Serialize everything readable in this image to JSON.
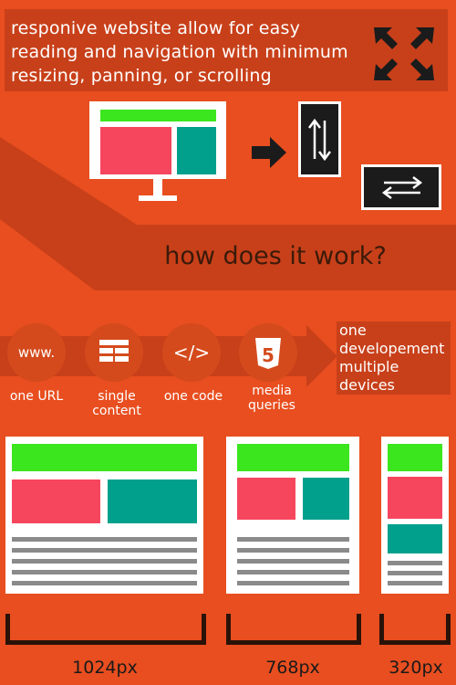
{
  "header": {
    "line1": "responive website allow for easy",
    "line2": "reading and navigation with minimum",
    "line3": "resizing, panning, or scrolling"
  },
  "how": {
    "title": "how does it work?"
  },
  "steps": [
    {
      "icon_text": "www.",
      "label_line1": "one URL",
      "label_line2": ""
    },
    {
      "icon_text": "",
      "label_line1": "single",
      "label_line2": "content"
    },
    {
      "icon_text": "</>",
      "label_line1": "one code",
      "label_line2": ""
    },
    {
      "icon_text": "5",
      "label_line1": "media",
      "label_line2": "queries"
    }
  ],
  "result": {
    "line1": "one",
    "line2": "developement",
    "line3": "multiple",
    "line4": "devices"
  },
  "devices": [
    {
      "size_label": "1024px"
    },
    {
      "size_label": "768px"
    },
    {
      "size_label": "320px"
    }
  ],
  "colors": {
    "background": "#e84e1f",
    "banner": "#c8401a",
    "green": "#3ce61e",
    "red": "#f6465e",
    "teal": "#00a08c",
    "gray": "#8a8a8a"
  }
}
